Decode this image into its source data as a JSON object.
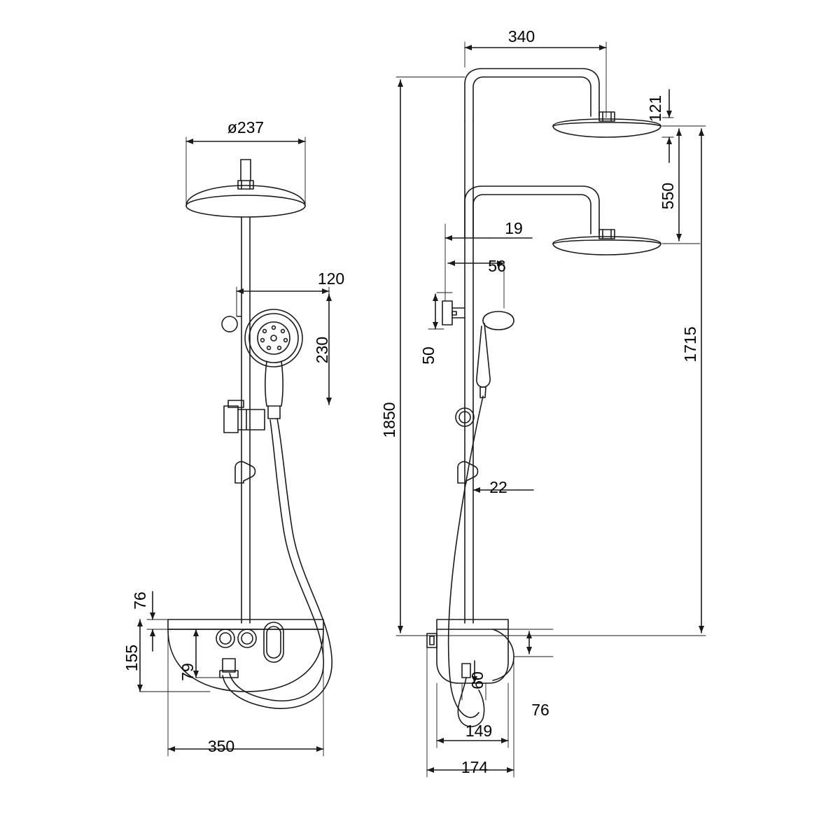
{
  "drawing": {
    "type": "technical-dimension-drawing",
    "subject": "Thermostatic shower column with overhead rain shower, hand shower and shelf",
    "views": [
      {
        "name": "front-view",
        "label": ""
      },
      {
        "name": "side-view",
        "label": ""
      }
    ],
    "units": "mm"
  },
  "dimensions": {
    "front": {
      "head_diameter": "ø237",
      "handshower_offset": "120",
      "handshower_height": "230",
      "shelf_thickness": "76",
      "valve_body_height": "155",
      "spout_height": "79",
      "shelf_width": "350"
    },
    "side": {
      "arm_reach": "340",
      "head_thickness": "121",
      "head_spacing": "550",
      "rail_offset": "19",
      "handshower_bracket": "56",
      "bracket_depth": "50",
      "hook_depth": "22",
      "total_height": "1715",
      "overall_height": "1850",
      "valve_depth_inner": "60",
      "valve_depth_offset": "76",
      "base_depth": "149",
      "overall_depth": "174"
    }
  },
  "colors": {
    "line": "#1a1a1a",
    "background": "#ffffff",
    "text": "#000000"
  },
  "labels": {
    "d237": "ø237",
    "v120": "120",
    "v230": "230",
    "v76a": "76",
    "v155": "155",
    "v79": "79",
    "v350": "350",
    "v340": "340",
    "v121": "121",
    "v550": "550",
    "v19": "19",
    "v56": "56",
    "v50": "50",
    "v22": "22",
    "v1715": "1715",
    "v1850": "1850",
    "v60": "60",
    "v76b": "76",
    "v149": "149",
    "v174": "174"
  }
}
